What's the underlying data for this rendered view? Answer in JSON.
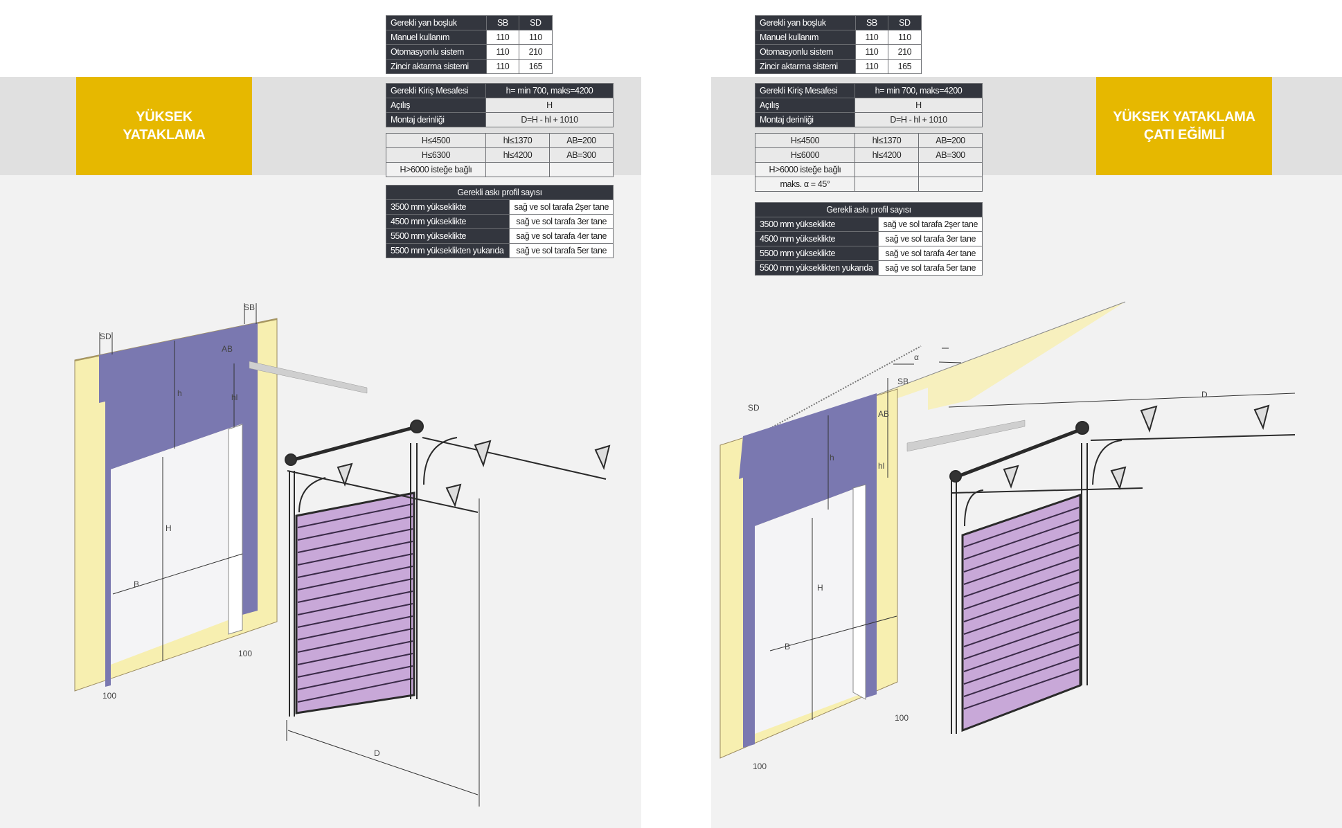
{
  "left": {
    "title_line1": "YÜKSEK",
    "title_line2": "YATAKLAMA",
    "side_clearance": {
      "header": [
        "Gerekli yan boşluk",
        "SB",
        "SD"
      ],
      "rows": [
        [
          "Manuel kullanım",
          "110",
          "110"
        ],
        [
          "Otomasyonlu sistem",
          "110",
          "210"
        ],
        [
          "Zincir aktarma sistemi",
          "110",
          "165"
        ]
      ]
    },
    "beam": {
      "rows": [
        [
          "Gerekli Kiriş Mesafesi",
          "h= min 700, maks=4200"
        ],
        [
          "Açılış",
          "H"
        ],
        [
          "Montaj derinliği",
          "D=H - hl + 1010"
        ]
      ]
    },
    "height_limits": {
      "rows": [
        [
          "H≤4500",
          "hl≤1370",
          "AB=200"
        ],
        [
          "H≤6300",
          "hl≤4200",
          "AB=300"
        ],
        [
          "H>6000 isteğe bağlı",
          "",
          ""
        ]
      ]
    },
    "hanger": {
      "header": "Gerekli askı profil sayısı",
      "rows": [
        [
          "3500 mm yükseklikte",
          "sağ ve sol tarafa 2şer tane"
        ],
        [
          "4500 mm yükseklikte",
          "sağ ve sol tarafa 3er tane"
        ],
        [
          "5500 mm yükseklikte",
          "sağ ve sol tarafa 4er tane"
        ],
        [
          "5500 mm yükseklikten yukarıda",
          "sağ ve sol tarafa 5er tane"
        ]
      ]
    },
    "diagram_labels": {
      "sd": "SD",
      "sb": "SB",
      "ab": "AB",
      "h": "h",
      "hl": "hl",
      "H": "H",
      "B": "B",
      "D": "D",
      "w1": "100",
      "w2": "100"
    }
  },
  "right": {
    "title_line1": "YÜKSEK YATAKLAMA",
    "title_line2": "ÇATI EĞİMLİ",
    "side_clearance": {
      "header": [
        "Gerekli yan boşluk",
        "SB",
        "SD"
      ],
      "rows": [
        [
          "Manuel kullanım",
          "110",
          "110"
        ],
        [
          "Otomasyonlu sistem",
          "110",
          "210"
        ],
        [
          "Zincir aktarma sistemi",
          "110",
          "165"
        ]
      ]
    },
    "beam": {
      "rows": [
        [
          "Gerekli Kiriş Mesafesi",
          "h= min 700, maks=4200"
        ],
        [
          "Açılış",
          "H"
        ],
        [
          "Montaj derinliği",
          "D=H - hl + 1010"
        ]
      ]
    },
    "height_limits": {
      "rows": [
        [
          "H≤4500",
          "hl≤1370",
          "AB=200"
        ],
        [
          "H≤6000",
          "hl≤4200",
          "AB=300"
        ],
        [
          "H>6000 isteğe bağlı",
          "",
          ""
        ],
        [
          "maks. α = 45°",
          "",
          ""
        ]
      ]
    },
    "hanger": {
      "header": "Gerekli askı profil sayısı",
      "rows": [
        [
          "3500 mm yükseklikte",
          "sağ ve sol tarafa 2şer tane"
        ],
        [
          "4500 mm yükseklikte",
          "sağ ve sol tarafa 3er tane"
        ],
        [
          "5500 mm yükseklikte",
          "sağ ve sol tarafa 4er tane"
        ],
        [
          "5500 mm yükseklikten yukarıda",
          "sağ ve sol tarafa 5er tane"
        ]
      ]
    },
    "diagram_labels": {
      "sd": "SD",
      "sb": "SB",
      "ab": "AB",
      "h": "h",
      "hl": "hl",
      "alpha": "α",
      "H": "H",
      "B": "B",
      "D": "D",
      "w1": "100",
      "w2": "100"
    }
  },
  "colors": {
    "accent_yellow": "#e6b800",
    "table_dark": "#33363e",
    "band_gray": "#e0e0e0",
    "panel_light": "#f2f2f2",
    "wall_yellow": "#f7efb0",
    "lintel_purple": "#7a78b0",
    "door_pink": "#c8a8d8"
  }
}
